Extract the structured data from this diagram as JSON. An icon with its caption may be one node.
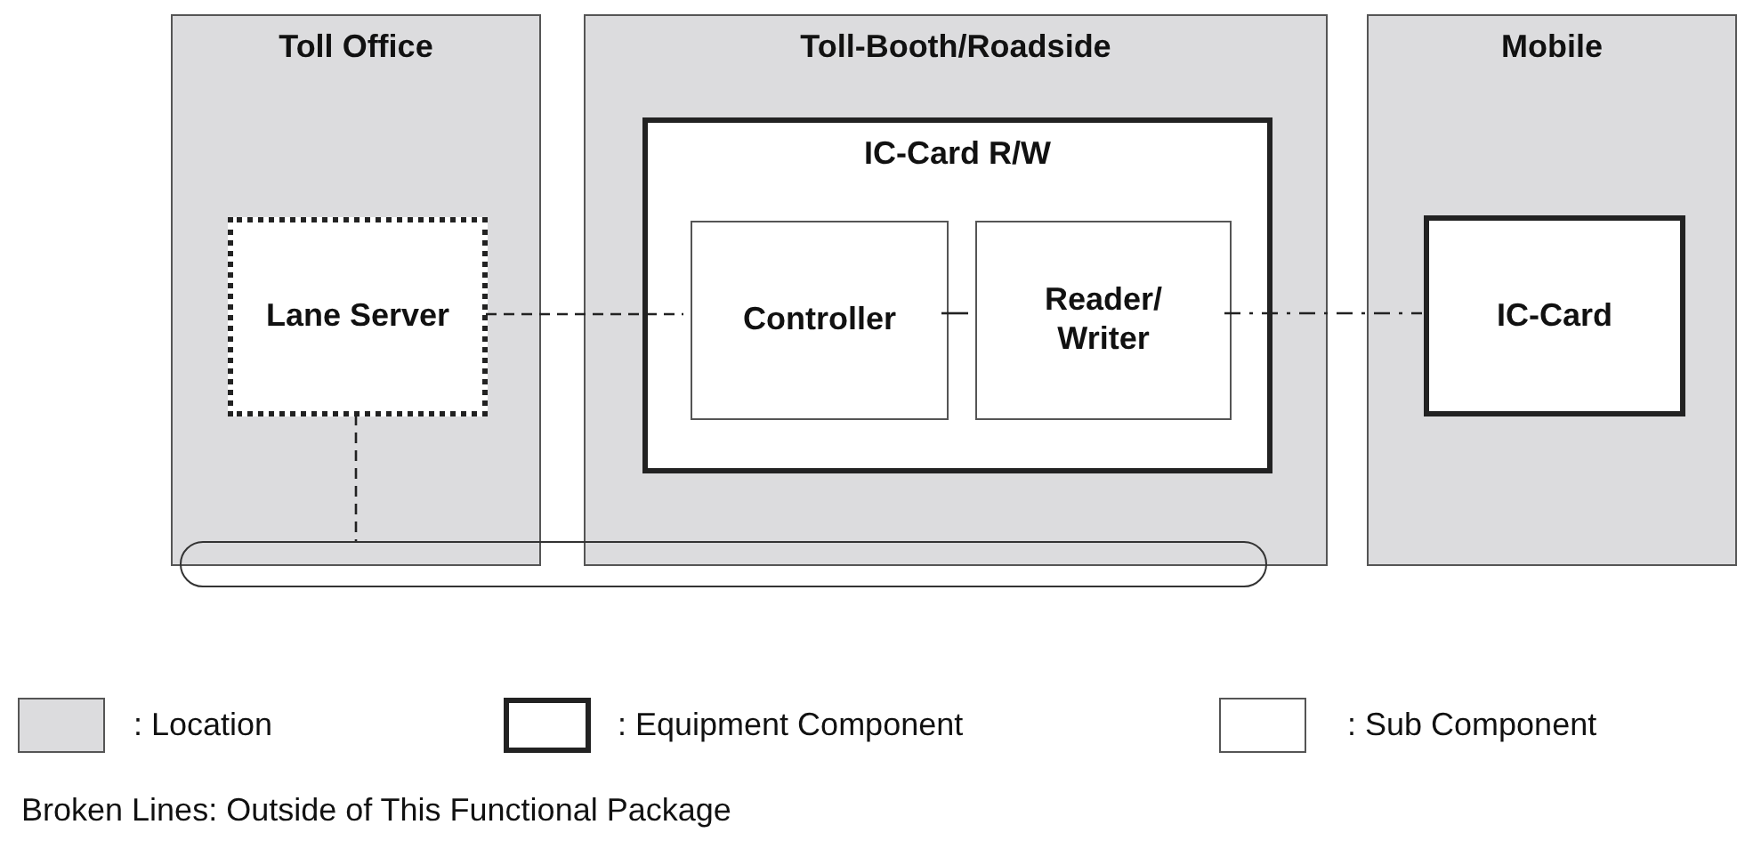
{
  "diagram": {
    "nodes": [
      {
        "text": [
          "Toll Office"
        ]
      },
      {
        "text": [
          "Lane Server"
        ],
        "in": 0
      },
      {
        "text": [
          "Toll-Booth/Roadside"
        ]
      },
      {
        "text": [
          "IC-Card R/W"
        ],
        "in": 2
      },
      {
        "text": [
          "Controller"
        ],
        "in": 3
      },
      {
        "text": [
          "Reader/ Writer"
        ],
        "in": 3
      },
      {
        "text": [
          "Mobile"
        ]
      },
      {
        "text": [
          "IC-Card"
        ],
        "in": 6
      },
      {
        "text": [],
        "shape": "bar"
      }
    ],
    "edges": [
      {
        "from": 1,
        "to": 4,
        "arrow": "none",
        "style": "dashed"
      },
      {
        "from": 4,
        "to": 5,
        "arrow": "none"
      },
      {
        "from": 5,
        "to": 7,
        "arrow": "none",
        "style": "dashed"
      },
      {
        "from": 1,
        "to": 8,
        "arrow": "none",
        "style": "dashed"
      }
    ],
    "labels": [
      "Broken Lines: Outside of This Functional Package"
    ],
    "legend": [
      {
        "text": ": Location",
        "color": "#dcdcde"
      },
      {
        "text": ": Equipment Component"
      },
      {
        "text": ": Sub Component"
      }
    ]
  }
}
